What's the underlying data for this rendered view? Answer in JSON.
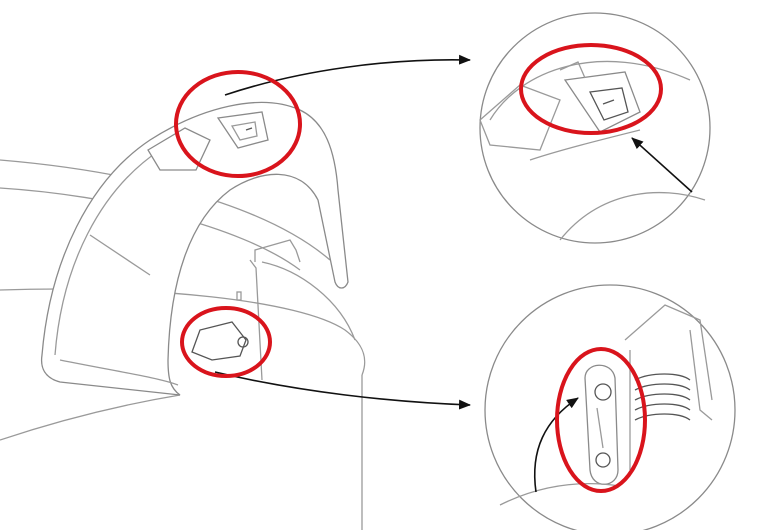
{
  "diagram": {
    "colors": {
      "highlight": "#d9141c",
      "arrow": "#111111",
      "line_art": "#9a9a9a"
    },
    "callouts": [
      {
        "id": "top-latch",
        "detail": "zoom-circle-top"
      },
      {
        "id": "bottom-hinge",
        "detail": "zoom-circle-bottom"
      }
    ]
  }
}
